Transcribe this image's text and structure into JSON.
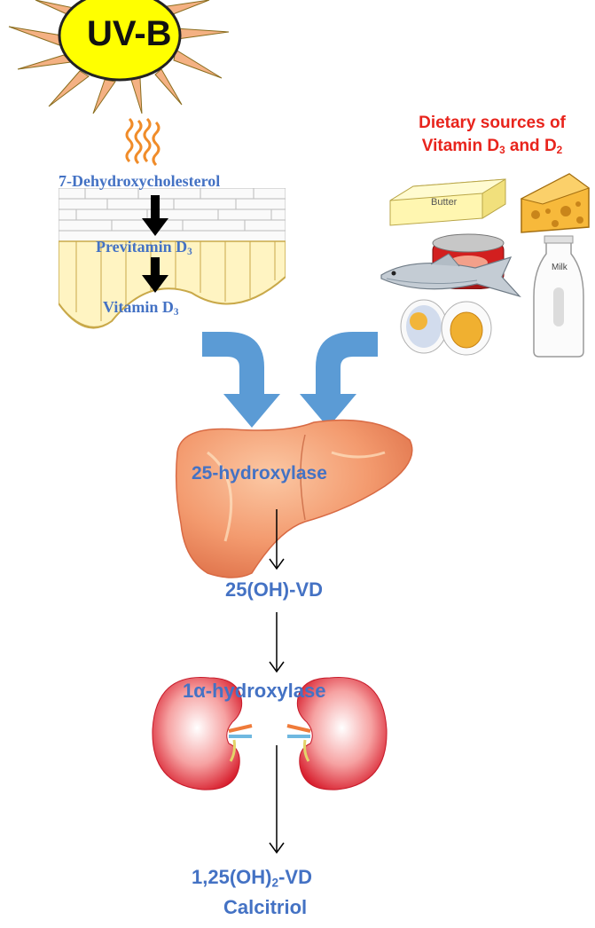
{
  "sun": {
    "label": "UV-B"
  },
  "skin": {
    "precursor": "7-Dehydroxycholesterol",
    "intermediate": {
      "text": "Previtamin D",
      "sub": "3"
    },
    "product": {
      "text": "Vitamin D",
      "sub": "3"
    }
  },
  "diet": {
    "title_line1": "Dietary sources of",
    "title_line2": {
      "a": "Vitamin D",
      "sub1": "3",
      "b": " and D",
      "sub2": "2"
    },
    "butter_label": "Butter",
    "milk_label": "Milk"
  },
  "liver": {
    "enzyme": "25-hydroxylase"
  },
  "metabolite": "25(OH)-VD",
  "kidney": {
    "enzyme": "1α-hydroxylase"
  },
  "final": {
    "a": "1,25(OH)",
    "sub": "2",
    "b": "-VD",
    "name": "Calcitriol"
  },
  "colors": {
    "label_blue": "#4472c4",
    "diet_red": "#e8241c",
    "arrow_blue": "#5b9bd5"
  }
}
